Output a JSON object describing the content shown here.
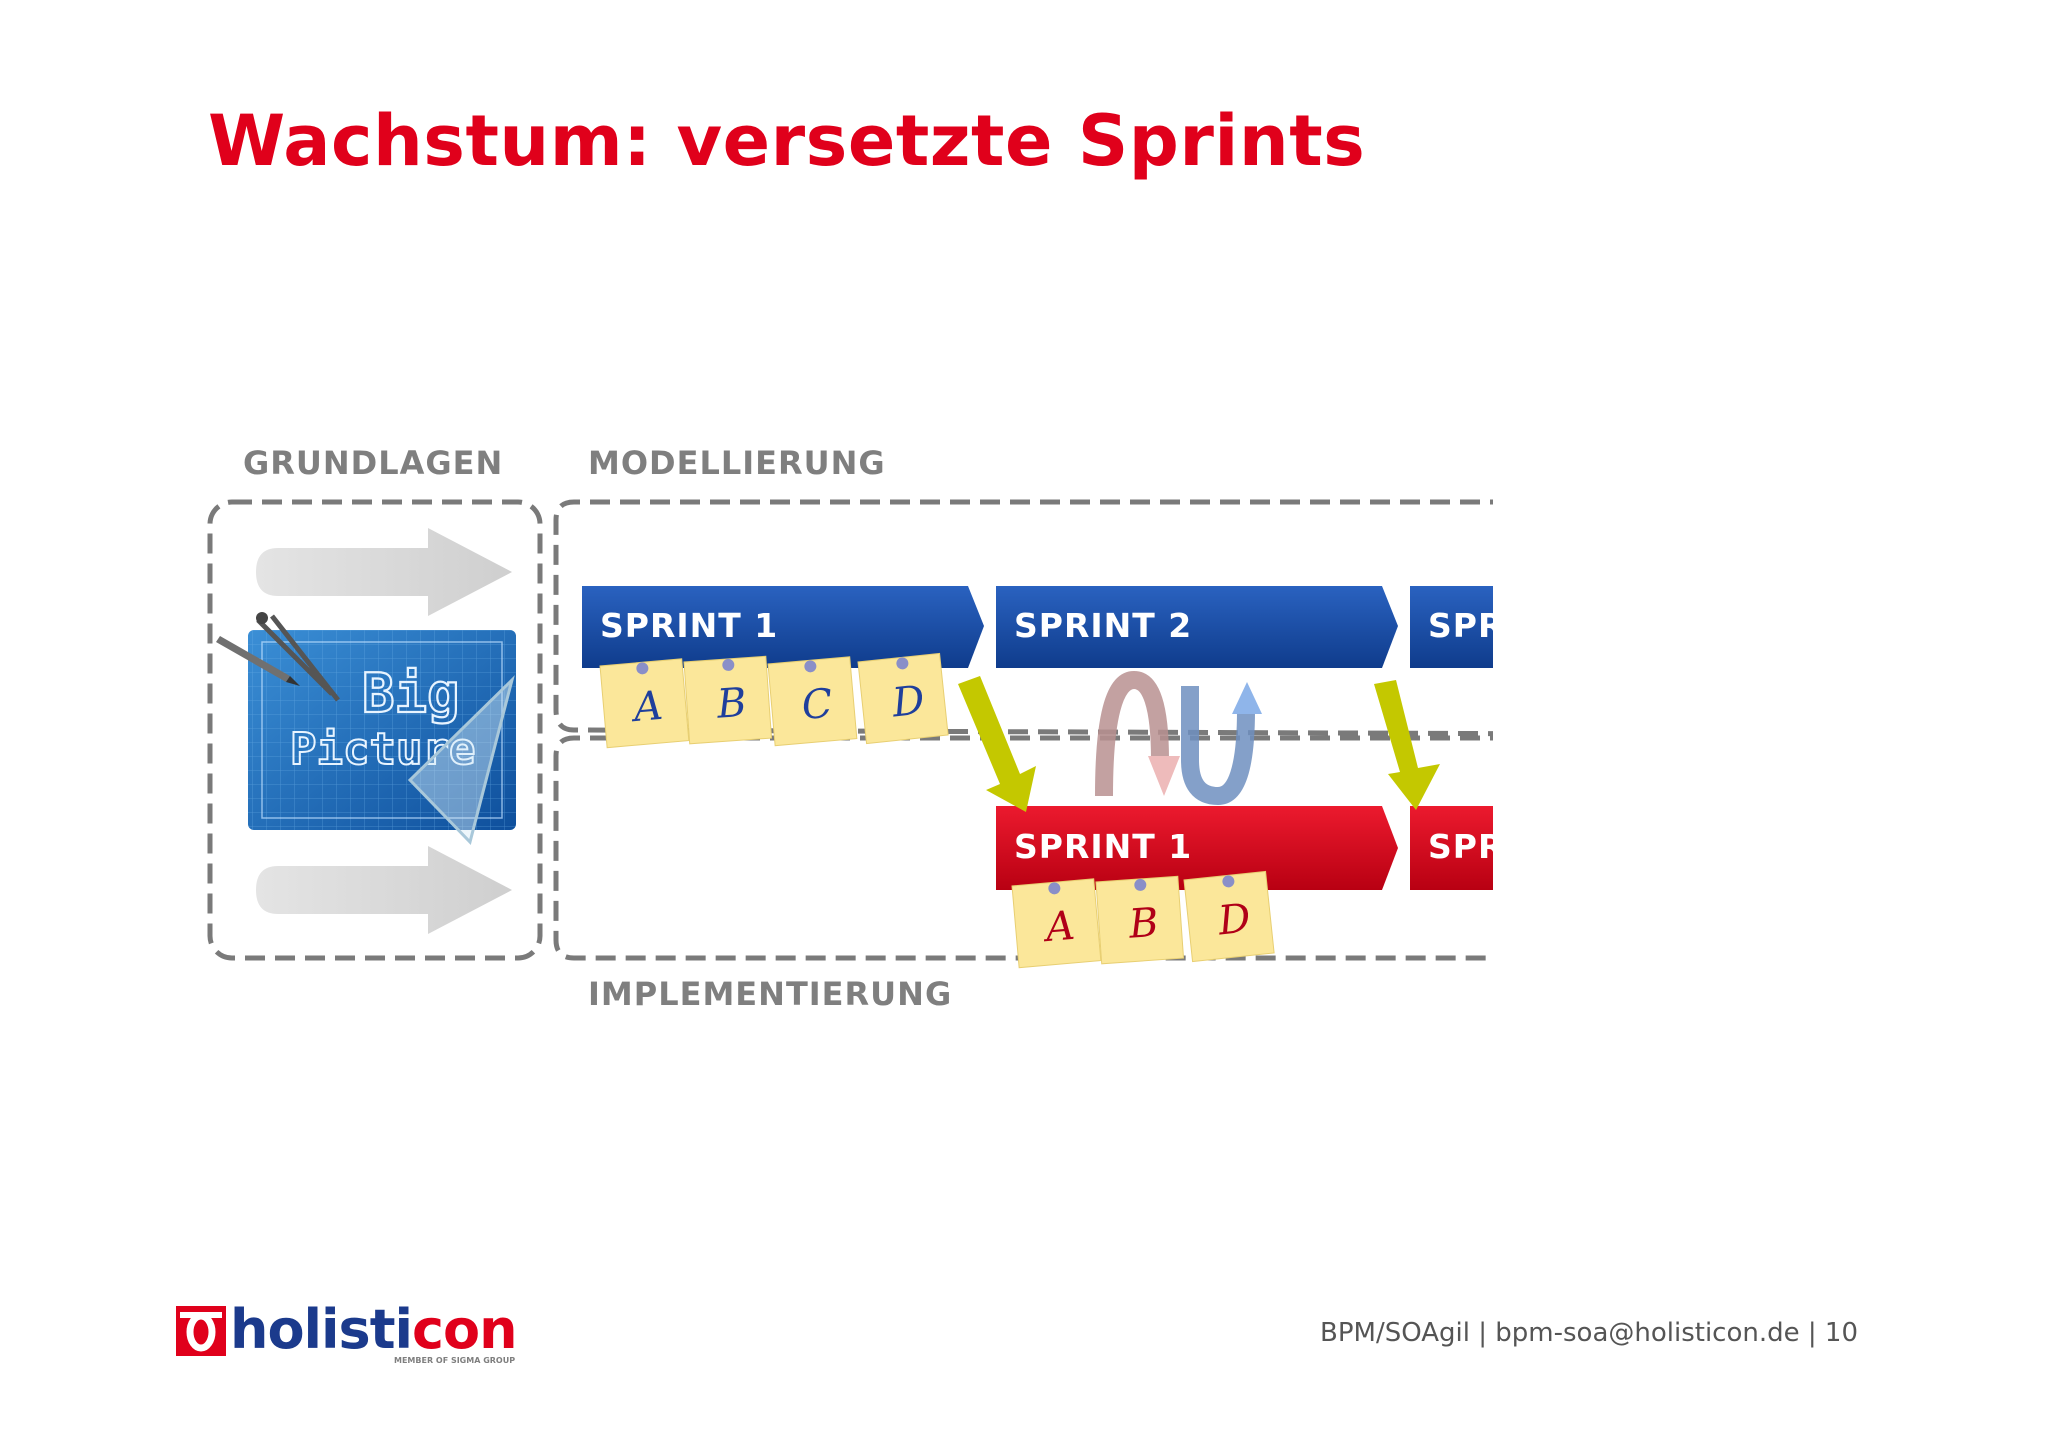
{
  "title": "Wachstum: versetzte Sprints",
  "sections": {
    "grundlagen": "GRUNDLAGEN",
    "modellierung": "MODELLIERUNG",
    "implementierung": "IMPLEMENTIERUNG"
  },
  "big_picture": {
    "line1": "Big",
    "line2": "Picture"
  },
  "modelling_sprints": [
    {
      "label": "SPRINT 1"
    },
    {
      "label": "SPRINT 2"
    },
    {
      "label": "SPR"
    }
  ],
  "implementation_sprints": [
    {
      "label": "SPRINT 1"
    },
    {
      "label": "SPR"
    }
  ],
  "modelling_notes": [
    "A",
    "B",
    "C",
    "D"
  ],
  "implementation_notes": [
    "A",
    "B",
    "D"
  ],
  "colors": {
    "title_red": "#e0001b",
    "sprint_blue": "#1a4fa8",
    "sprint_red": "#d60018",
    "note_yellow": "#fbe79a",
    "arrow_green": "#c4c800",
    "label_gray": "#7f7f7f"
  },
  "footer": {
    "text": "BPM/SOAgil | bpm-soa@holisticon.de | 10",
    "logo_main": "holisti",
    "logo_accent": "con",
    "logo_tagline": "MEMBER OF SIGMA GROUP"
  }
}
